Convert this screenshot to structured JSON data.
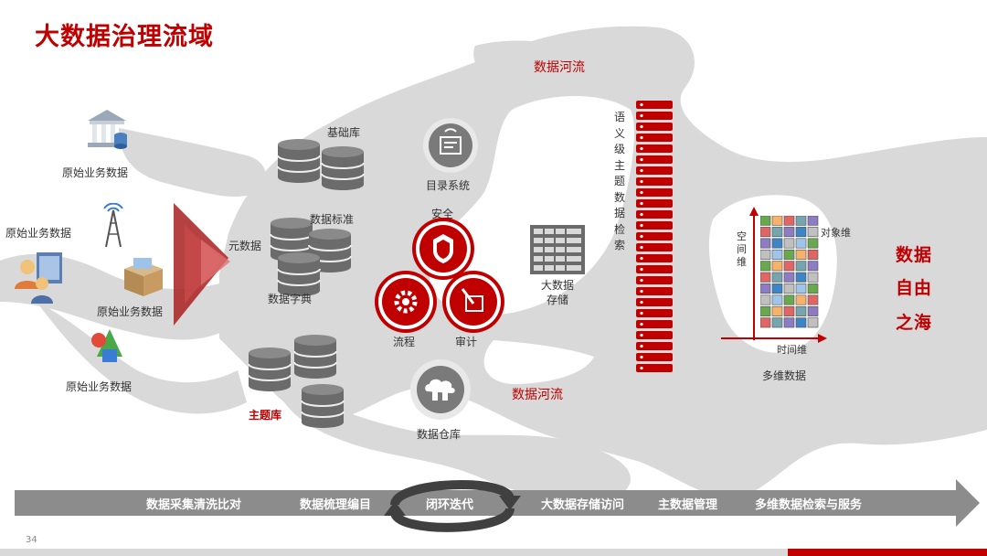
{
  "title": "大数据治理流域",
  "river_top_label": "数据河流",
  "river_bottom_label": "数据河流",
  "sources": [
    "原始业务数据",
    "原始业务数据",
    "原始业务数据",
    "原始业务数据"
  ],
  "metadata_label": "元数据",
  "stores": {
    "base": "基础库",
    "standard": "数据标准",
    "dictionary": "数据字典",
    "subject": "主题库"
  },
  "catalog_label": "目录系统",
  "governance": {
    "security": "安全",
    "process": "流程",
    "audit": "审计"
  },
  "bigdata_storage_label": "大数据存储",
  "semantic_index_label": "语义级主题数据检索",
  "warehouse_label": "数据仓库",
  "multidim": {
    "space": "空间维",
    "object": "对象维",
    "time": "时间维",
    "label": "多维数据"
  },
  "sea_lines": [
    "数据",
    "自由",
    "之海"
  ],
  "process_bar": {
    "items": [
      "数据采集清洗比对",
      "数据梳理编目",
      "闭环迭代",
      "大数据存储访问",
      "主数据管理",
      "多维数据检索与服务"
    ]
  },
  "page_number": "34",
  "colors": {
    "accent": "#c00000",
    "river": "#d9d9d9",
    "bar": "#8c8c8c",
    "cylinder": "#6b6b6b"
  },
  "icons": [
    "bank-icon",
    "antenna-tower-icon",
    "users-icon",
    "box-icon",
    "shapes-icon",
    "catalog-icon",
    "shield-icon",
    "gear-icon",
    "audit-pen-icon",
    "server-rack-icon",
    "cloud-server-icon",
    "data-cube-icon",
    "cycle-arrows-icon"
  ]
}
